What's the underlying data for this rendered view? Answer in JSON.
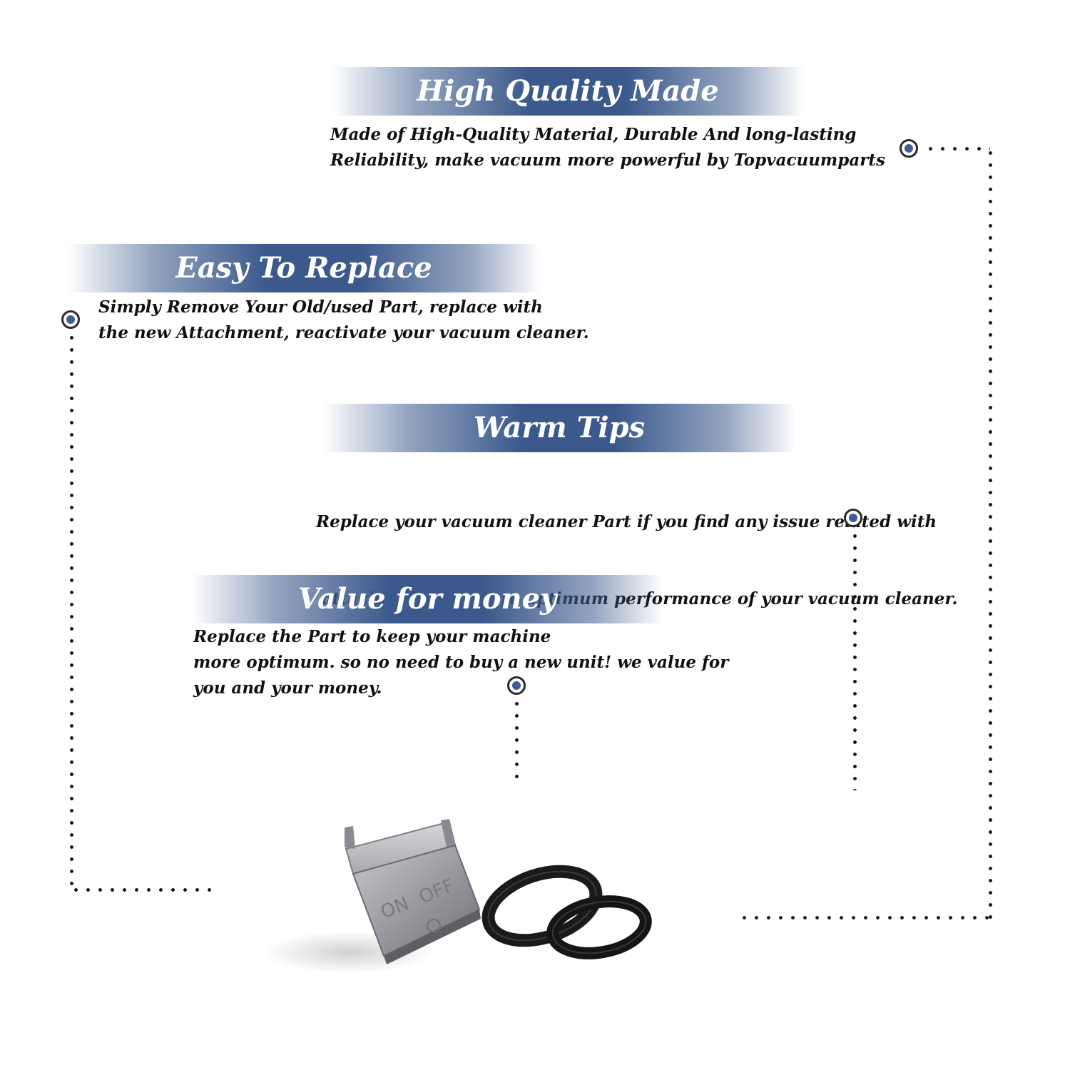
{
  "features": [
    {
      "title": "High Quality Made",
      "lines": [
        "Made of  High-Quality Material, Durable And long-lasting",
        "Reliability, make vacuum more powerful by Topvacuumparts"
      ]
    },
    {
      "title": "Easy To Replace",
      "lines": [
        "Simply Remove Your Old/used Part, replace with",
        "the new Attachment, reactivate your vacuum cleaner."
      ]
    },
    {
      "title": "Warm Tips",
      "lines": [
        "Replace your vacuum cleaner Part if you find any issue related with",
        " attachment to ensure optimum performance of your vacuum cleaner."
      ]
    },
    {
      "title": "Value for money",
      "lines": [
        "Replace the Part to keep your machine",
        "more optimum. so no need to buy a new unit! we value for",
        "you and your money."
      ]
    }
  ],
  "product": {
    "switch_text_on": "ON",
    "switch_text_off": "OFF"
  },
  "colors": {
    "accent": "#3b598c",
    "marker_dot": "#3b5e9b",
    "text": "#111111"
  }
}
